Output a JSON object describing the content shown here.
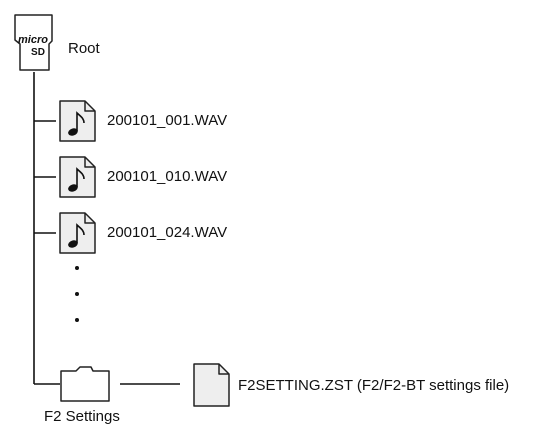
{
  "root": {
    "label": "Root",
    "icon": "microsd-card-icon"
  },
  "files": [
    {
      "name": "200101_001.WAV",
      "icon": "audio-file-icon"
    },
    {
      "name": "200101_010.WAV",
      "icon": "audio-file-icon"
    },
    {
      "name": "200101_024.WAV",
      "icon": "audio-file-icon"
    }
  ],
  "folder": {
    "label": "F2 Settings",
    "icon": "folder-icon"
  },
  "settings_file": {
    "name": "F2SETTING.ZST (F2/F2-BT settings file)",
    "icon": "settings-file-icon"
  },
  "colors": {
    "line": "#111111",
    "icon_fill": "#eeeeee",
    "icon_stroke": "#222222"
  }
}
